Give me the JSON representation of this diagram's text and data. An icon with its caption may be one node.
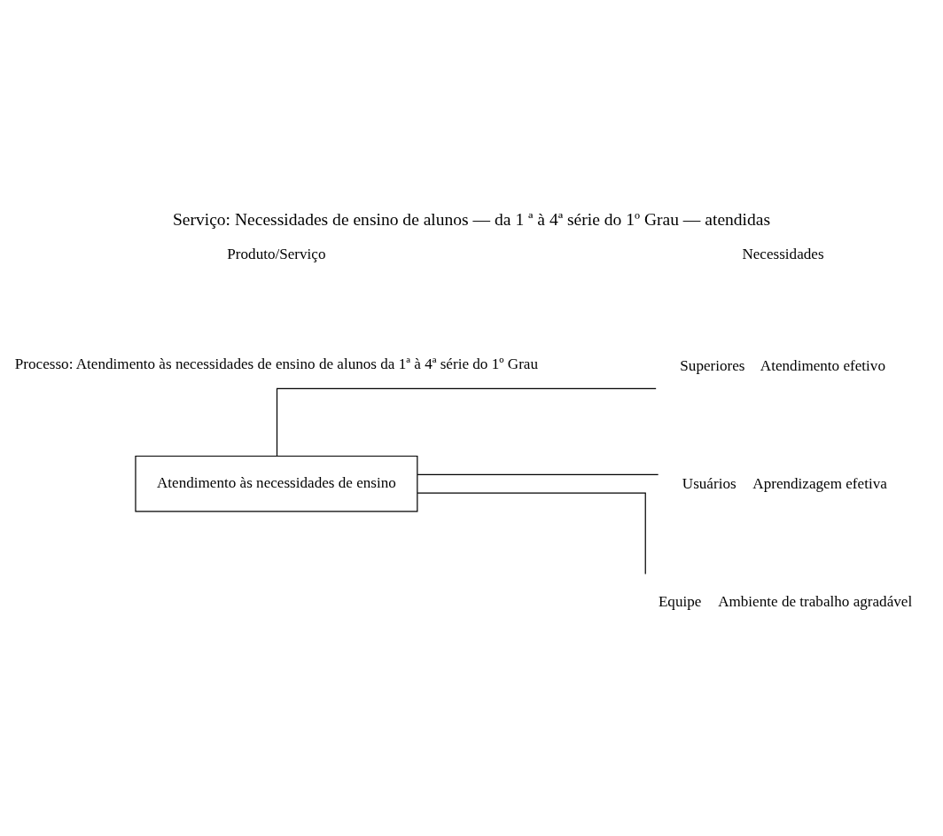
{
  "diagram": {
    "title": "Serviço: Necessidades de ensino de alunos — da 1 ª à 4ª série do 1º Grau — atendidas",
    "nodes": [
      {
        "text": [
          "Atendimento às necessidades de ensino"
        ]
      },
      {
        "text": [
          "Superiores"
        ],
        "beside": [
          "Atendimento efetivo"
        ]
      },
      {
        "text": [
          "Usuários"
        ],
        "beside": [
          "Aprendizagem efetiva"
        ]
      },
      {
        "text": [
          "Equipe"
        ],
        "beside": [
          "Ambiente de trabalho agradável"
        ]
      }
    ],
    "edges": [
      {
        "from": 0,
        "to": 1,
        "arrow": "none"
      },
      {
        "from": 0,
        "to": 2,
        "arrow": "none"
      },
      {
        "from": 0,
        "to": 3,
        "arrow": "none"
      }
    ],
    "labels": [
      "Processo: Atendimento às necessidades de ensino de alunos da 1ª à 4ª série do 1º Grau",
      "Produto/Serviço",
      "Necessidades"
    ]
  }
}
